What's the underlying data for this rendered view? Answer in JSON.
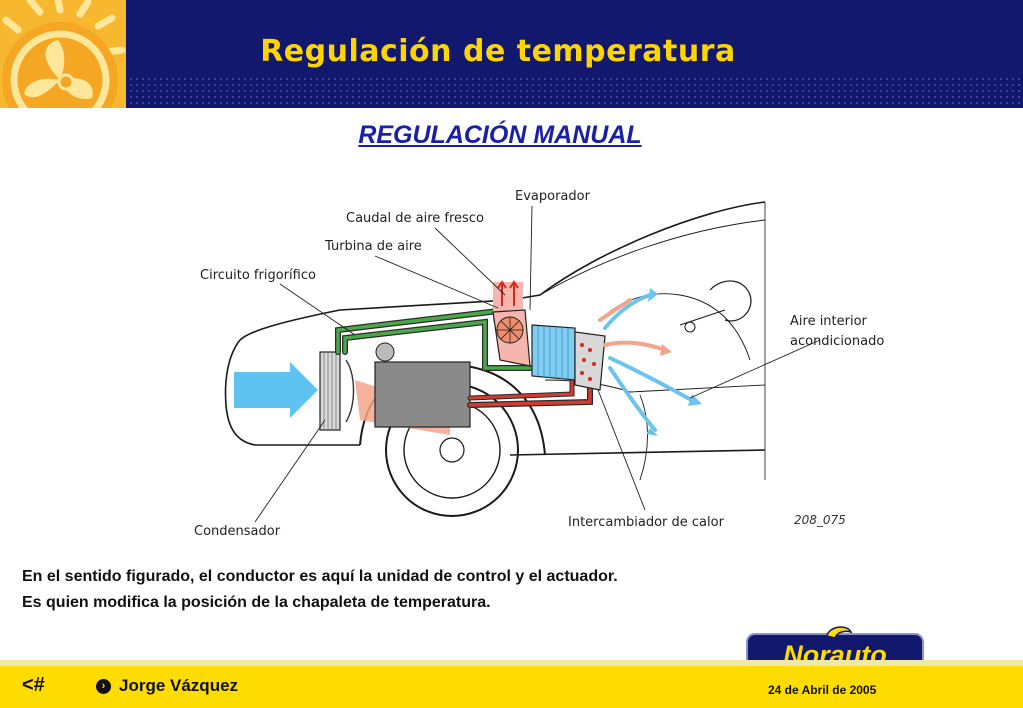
{
  "header": {
    "title": "Regulación de temperatura"
  },
  "section": {
    "subtitle": "REGULACIÓN MANUAL"
  },
  "diagram": {
    "labels": {
      "evaporador": "Evaporador",
      "caudal": "Caudal de aire fresco",
      "turbina": "Turbina de aire",
      "circuito": "Circuito frigorífico",
      "aire1": "Aire interior",
      "aire2": "acondicionado",
      "condensador": "Condensador",
      "intercambiador": "Intercambiador de calor",
      "ref": "208_075"
    }
  },
  "body": {
    "line1": "En el sentido figurado, el conductor es aquí la unidad de control y el actuador.",
    "line2": "Es quien modifica la posición de la chapaleta de temperatura."
  },
  "footer": {
    "slide_number": "<#",
    "author": "Jorge Vázquez",
    "date": "24  de Abril  de 2005"
  },
  "brand": {
    "name": "Norauto"
  },
  "colors": {
    "header": "#12186e",
    "title": "#ffd500",
    "subtitle": "#1a21a6",
    "footer": "#fedc00"
  }
}
